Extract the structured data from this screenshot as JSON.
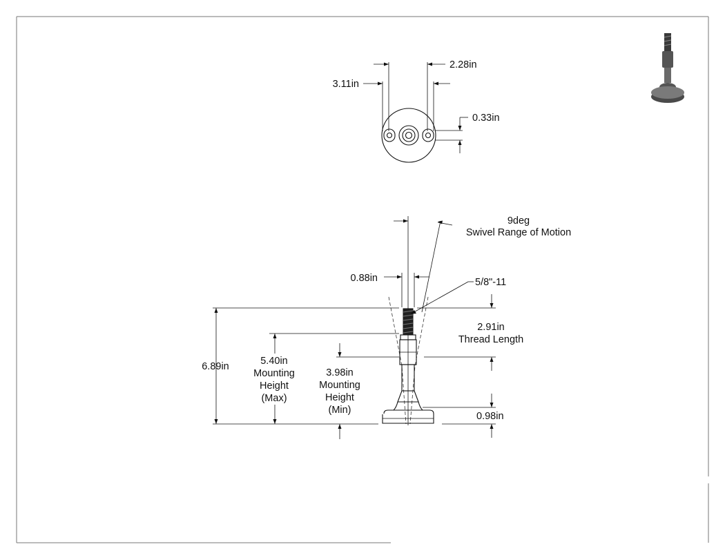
{
  "top_view": {
    "dim_left": "3.11in",
    "dim_right": "2.28in",
    "dim_slot": "0.33in"
  },
  "side_view": {
    "swivel_angle": "9deg",
    "swivel_label": "Swivel Range of Motion",
    "stem_width": "0.88in",
    "thread_spec": "5/8\"-11",
    "thread_length_value": "2.91in",
    "thread_length_label": "Thread Length",
    "overall_height": "6.89in",
    "max_height_value": "5.40in",
    "max_height_line1": "Mounting",
    "max_height_line2": "Height",
    "max_height_line3": "(Max)",
    "min_height_value": "3.98in",
    "min_height_line1": "Mounting",
    "min_height_line2": "Height",
    "min_height_line3": "(Min)",
    "base_height": "0.98in"
  },
  "thumbnail": {
    "icon": "leveling-foot-3d-icon"
  }
}
